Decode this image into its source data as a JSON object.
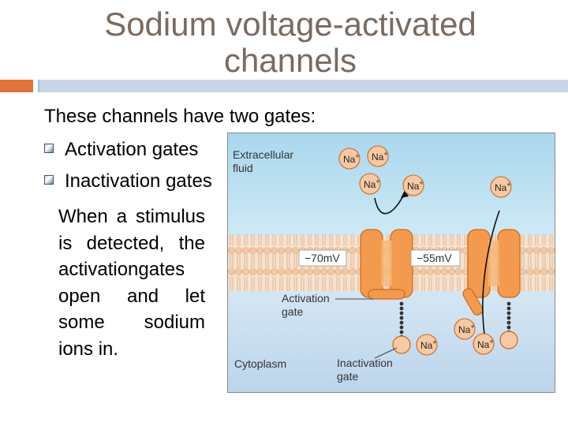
{
  "slide": {
    "title_line1": "Sodium voltage-activated",
    "title_line2": "channels",
    "intro": "These channels have two gates:",
    "bullets": [
      "Activation gates",
      "Inactivation gates"
    ],
    "body": "When a stimulus is detected, the activationgates open and let some sodium ions in."
  },
  "figure": {
    "extracellular_line1": "Extracellular",
    "extracellular_line2": "fluid",
    "cytoplasm": "Cytoplasm",
    "voltage_left": "−70mV",
    "voltage_right": "−55mV",
    "activation_line1": "Activation",
    "activation_line2": "gate",
    "inactivation_line1": "Inactivation",
    "inactivation_line2": "gate",
    "ion_label": "Na",
    "ion_charge": "+",
    "colors": {
      "extracellular": "#bfe1f1",
      "cytoplasm": "#c7def1",
      "channel": "#f39a4e",
      "membrane_head": "#f2c9a6"
    }
  }
}
